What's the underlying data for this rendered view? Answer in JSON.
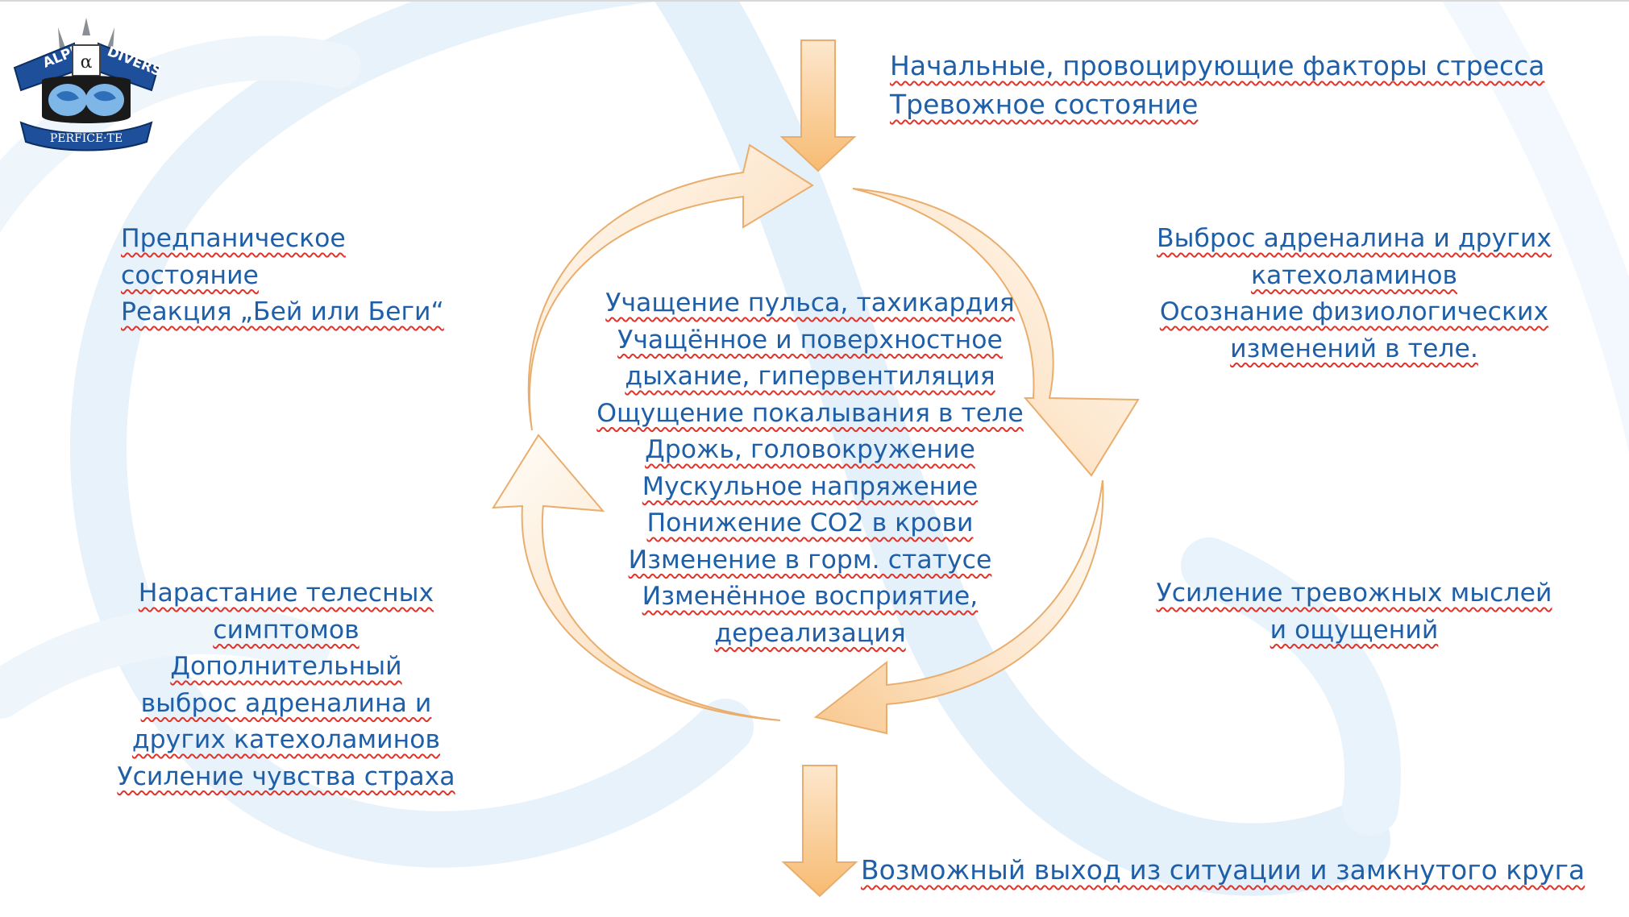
{
  "colors": {
    "text": "#1f5fa8",
    "spellcheck_underline": "#e0342a",
    "arrow_fill_light": "#fffaf4",
    "arrow_fill_dark": "#f8c88e",
    "arrow_stroke": "#eab070",
    "background_watermark": "#dcecf8"
  },
  "logo": {
    "top_text_left": "ALPHA",
    "top_text_right": "DIVERS",
    "symbol": "α",
    "bottom_text": "PERFICE·TE"
  },
  "labels": {
    "top": [
      "Начальные, провоцирующие факторы стресса",
      "Тревожное состояние"
    ],
    "right_top": [
      "Выброс адреналина и других",
      "катехоламинов",
      "Осознание физиологических",
      "изменений в теле."
    ],
    "right_bottom": [
      "Усиление тревожных мыслей",
      "и ощущений"
    ],
    "left_top": [
      "Предпаническое",
      "состояние",
      "Реакция „Бей или Беги“"
    ],
    "left_bottom": [
      "Нарастание телесных",
      "симптомов",
      "Дополнительный",
      "выброс адреналина и",
      "других катехоламинов",
      "Усиление чувства страха"
    ],
    "center": [
      "Учащение пульса, тахикардия",
      "Учащённое и поверхностное",
      "дыхание, гипервентиляция",
      "Ощущение покалывания в теле",
      "Дрожь, головокружение",
      "Мускульное напряжение",
      "Понижение CO2 в крови",
      "Изменение в горм. статусе",
      "Изменённое восприятие,",
      "дереализация"
    ],
    "bottom": [
      "Возможный выход из ситуации и замкнутого круга"
    ]
  }
}
